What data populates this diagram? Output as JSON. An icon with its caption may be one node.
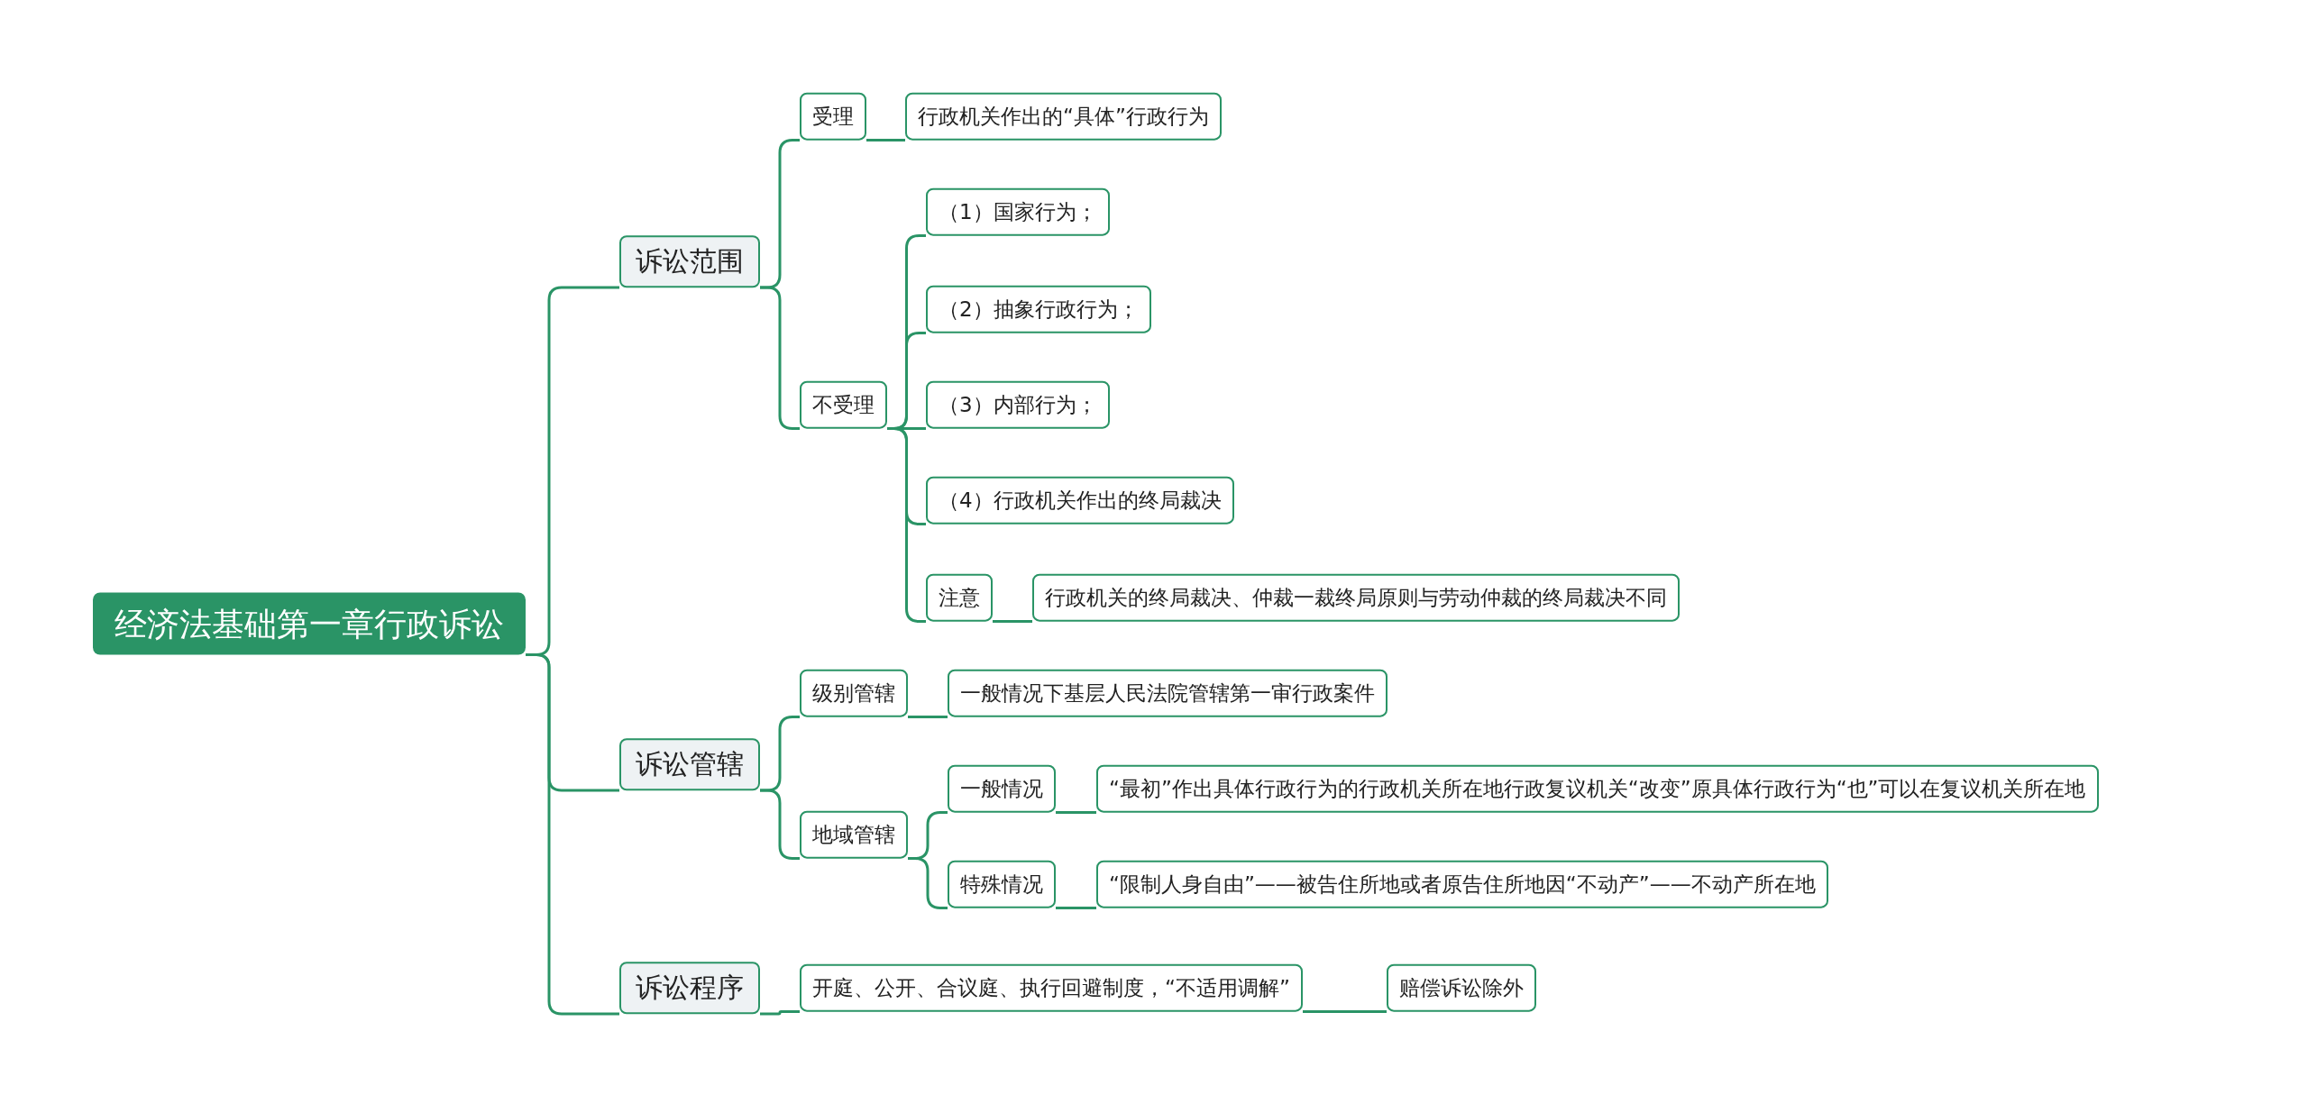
{
  "diagram": {
    "nodes": [
      {
        "text": [
          "经济法基础第一章行政诉讼"
        ]
      },
      {
        "text": [
          "诉讼范围"
        ]
      },
      {
        "text": [
          "受理"
        ]
      },
      {
        "text": [
          "行政机关作出的“具体”行政行为"
        ]
      },
      {
        "text": [
          "不受理"
        ]
      },
      {
        "text": [
          "（1）国家行为；"
        ]
      },
      {
        "text": [
          "（2）抽象行政行为；"
        ]
      },
      {
        "text": [
          "（3）内部行为；"
        ]
      },
      {
        "text": [
          "（4）行政机关作出的终局裁决"
        ]
      },
      {
        "text": [
          "注意"
        ]
      },
      {
        "text": [
          "行政机关的终局裁决、仲裁一裁终局原则与劳动仲裁的终局裁决不同"
        ]
      },
      {
        "text": [
          "诉讼管辖"
        ]
      },
      {
        "text": [
          "级别管辖"
        ]
      },
      {
        "text": [
          "一般情况下基层人民法院管辖第一审行政案件"
        ]
      },
      {
        "text": [
          "地域管辖"
        ]
      },
      {
        "text": [
          "一般情况"
        ]
      },
      {
        "text": [
          "“最初”作出具体行政行为的行政机关所在地行政复议机关“改变”原具体行政行为“也”可以在复议机关所在地"
        ]
      },
      {
        "text": [
          "特殊情况"
        ]
      },
      {
        "text": [
          "“限制人身自由”——被告住所地或者原告住所地因“不动产”——不动产所在地"
        ]
      },
      {
        "text": [
          "诉讼程序"
        ]
      },
      {
        "text": [
          "开庭、公开、合议庭、执行回避制度，“不适用调解”"
        ]
      },
      {
        "text": [
          "赔偿诉讼除外"
        ]
      }
    ],
    "edges": [
      {
        "from": 0,
        "to": 1,
        "arrow": "none"
      },
      {
        "from": 1,
        "to": 2,
        "arrow": "none"
      },
      {
        "from": 2,
        "to": 3,
        "arrow": "none"
      },
      {
        "from": 1,
        "to": 4,
        "arrow": "none"
      },
      {
        "from": 4,
        "to": 5,
        "arrow": "none"
      },
      {
        "from": 4,
        "to": 6,
        "arrow": "none"
      },
      {
        "from": 4,
        "to": 7,
        "arrow": "none"
      },
      {
        "from": 4,
        "to": 8,
        "arrow": "none"
      },
      {
        "from": 4,
        "to": 9,
        "arrow": "none"
      },
      {
        "from": 9,
        "to": 10,
        "arrow": "none"
      },
      {
        "from": 0,
        "to": 11,
        "arrow": "none"
      },
      {
        "from": 11,
        "to": 12,
        "arrow": "none"
      },
      {
        "from": 12,
        "to": 13,
        "arrow": "none"
      },
      {
        "from": 11,
        "to": 14,
        "arrow": "none"
      },
      {
        "from": 14,
        "to": 15,
        "arrow": "none"
      },
      {
        "from": 15,
        "to": 16,
        "arrow": "none"
      },
      {
        "from": 14,
        "to": 17,
        "arrow": "none"
      },
      {
        "from": 17,
        "to": 18,
        "arrow": "none"
      },
      {
        "from": 0,
        "to": 19,
        "arrow": "none"
      },
      {
        "from": 19,
        "to": 20,
        "arrow": "none"
      },
      {
        "from": 20,
        "to": 21,
        "arrow": "none"
      }
    ]
  }
}
